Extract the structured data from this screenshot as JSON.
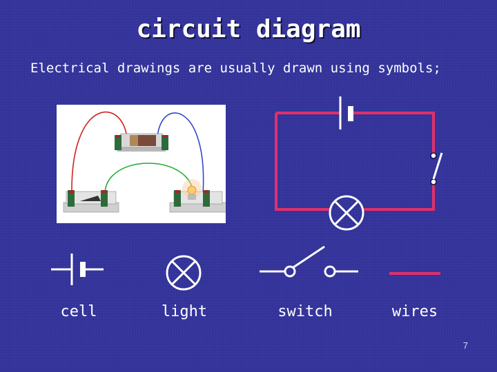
{
  "slide": {
    "title": "circuit diagram",
    "subtitle": "Electrical drawings are usually drawn using symbols;",
    "page_number": "7"
  },
  "symbols": [
    {
      "id": "cell",
      "label": "cell"
    },
    {
      "id": "light",
      "label": "light"
    },
    {
      "id": "switch",
      "label": "switch"
    },
    {
      "id": "wires",
      "label": "wires"
    }
  ],
  "colors": {
    "background": "#33339a",
    "wire": "#e0306a",
    "symbol_stroke": "#ffffff",
    "text": "#ffffff"
  }
}
